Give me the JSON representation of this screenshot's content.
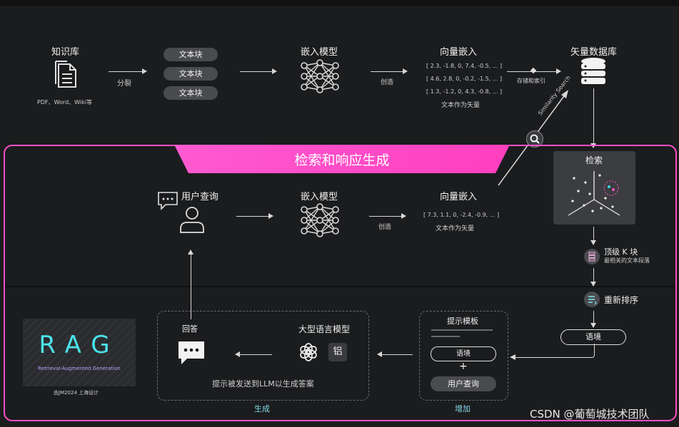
{
  "colors": {
    "accent": "#ff4fc8",
    "background": "#1b1c1e",
    "panel": "#222326"
  },
  "top": {
    "knowledge_base": "知识库",
    "kb_formats": "PDF、Word、Wiki等",
    "split": "分裂",
    "chunks": [
      "文本块",
      "文本块",
      "文本块"
    ],
    "embed_model": "嵌入模型",
    "create": "创造",
    "vector_embed": "向量嵌入",
    "vectors": [
      "[ 2.3, -1.8, 0, 7.4, -0.5, ... ]",
      "[ 4.6, 2.8, 0, -0.2, -1.5, ... ]",
      "[ 1.3, -1.2, 0, 4.3, -0.8, ... ]"
    ],
    "text_as_vector": "文本作为矢量",
    "store_index": "存储和索引",
    "vector_db": "矢量数据库",
    "similarity_search": "Similarity Search"
  },
  "section": {
    "title": "检索和响应生成"
  },
  "query": {
    "user_query": "用户查询",
    "embed_model": "嵌入模型",
    "create": "创造",
    "vector_embed": "向量嵌入",
    "vector": "[ 7.3, 1.1, 0, -2.4, -0.9, ... ]",
    "text_as_vector": "文本作为矢量"
  },
  "retrieval": {
    "search": "检索",
    "topk": "顶级 K 块",
    "topk_sub": "最相关的文本段落",
    "rerank": "重新排序",
    "context": "语境"
  },
  "augment": {
    "prompt_template": "提示模板",
    "context": "语境",
    "plus": "+",
    "user_query": "用户查询",
    "label": "增加"
  },
  "generate": {
    "answer": "回答",
    "llm": "大型语言模型",
    "llm_badge": "铝",
    "prompt_sent": "提示被发送到LLM以生成答案",
    "label": "生成"
  },
  "rag": {
    "logo": "RAG",
    "subtitle": "Retrieval-Augmented Generation",
    "credit": "由JM2024 上海设计"
  },
  "watermark": "CSDN @葡萄城技术团队"
}
